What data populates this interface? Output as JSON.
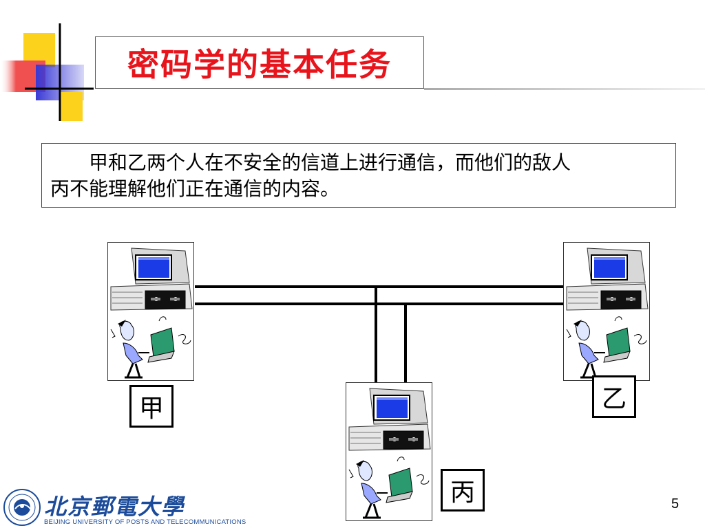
{
  "slide": {
    "title": "密码学的基本任务",
    "description": {
      "line1": "甲和乙两个人在不安全的信道上进行通信，而他们的敌人",
      "line2": "丙不能理解他们正在通信的内容。"
    },
    "page_number": "5"
  },
  "diagram": {
    "stations": [
      {
        "id": "jia",
        "label": "甲",
        "icon": "computer-user-icon"
      },
      {
        "id": "yi",
        "label": "乙",
        "icon": "computer-user-icon"
      },
      {
        "id": "bing",
        "label": "丙",
        "icon": "computer-user-icon"
      }
    ]
  },
  "footer": {
    "logo_cn": "北京郵電大學",
    "logo_en": "BEIJING UNIVERSITY OF POSTS AND TELECOMMUNICATIONS"
  },
  "colors": {
    "title": "#e8141c",
    "logo": "#1b4b9a",
    "deco_yellow": "#fcd21c",
    "deco_blue": "#3a3ad6",
    "deco_red": "#f05050"
  }
}
